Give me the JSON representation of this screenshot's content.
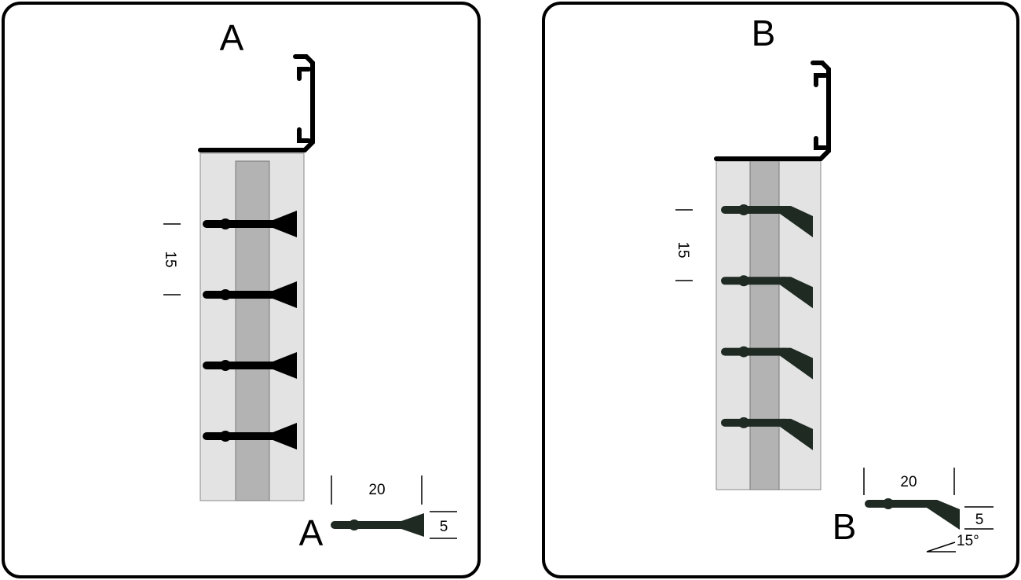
{
  "panels": [
    {
      "label": "A",
      "spacing_label": "15",
      "detail": {
        "label": "A",
        "length_label": "20",
        "height_label": "5"
      },
      "fin_style": "symmetric-triangle",
      "fin_count": 4
    },
    {
      "label": "B",
      "spacing_label": "15",
      "detail": {
        "label": "B",
        "length_label": "20",
        "height_label": "5",
        "angle_label": "15°"
      },
      "fin_style": "angled",
      "fin_count": 4
    }
  ],
  "colors": {
    "fin": "#000000",
    "detail_fin": "#1e2a22",
    "block": "#e3e3e3",
    "stripe": "#b3b3b3"
  }
}
